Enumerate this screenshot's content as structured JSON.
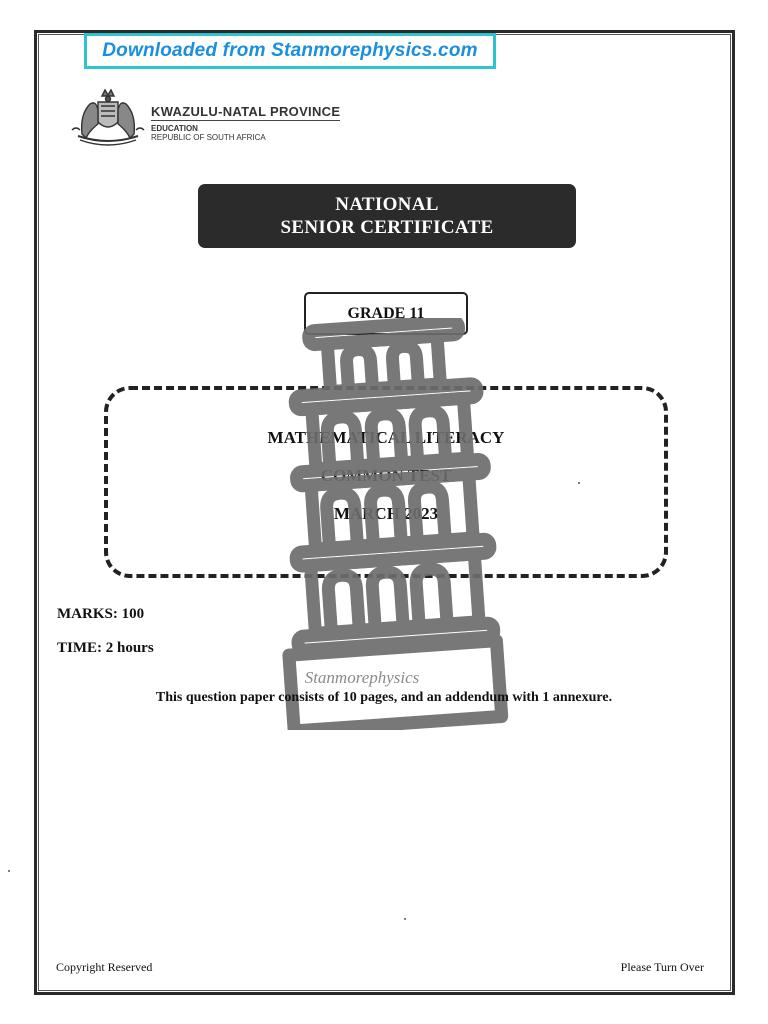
{
  "banner": {
    "text": "Downloaded from Stanmorephysics.com"
  },
  "header": {
    "crest_icon": "coat-of-arms-icon",
    "province": "KWAZULU-NATAL PROVINCE",
    "department": "EDUCATION",
    "country": "REPUBLIC OF SOUTH AFRICA"
  },
  "certificate": {
    "line1": "NATIONAL",
    "line2": "SENIOR CERTIFICATE"
  },
  "grade": "GRADE 11",
  "subject": {
    "title": "MATHEMATICAL LITERACY",
    "test": "COMMON TEST",
    "date": "MARCH 2023"
  },
  "details": {
    "marks": "MARKS: 100",
    "time": "TIME: 2 hours",
    "consists": "This question paper consists of 10 pages, and an addendum with 1 annexure."
  },
  "watermark": {
    "icon": "leaning-tower-icon",
    "label": "Stanmorephysics"
  },
  "footer": {
    "left": "Copyright Reserved",
    "right": "Please Turn Over"
  }
}
